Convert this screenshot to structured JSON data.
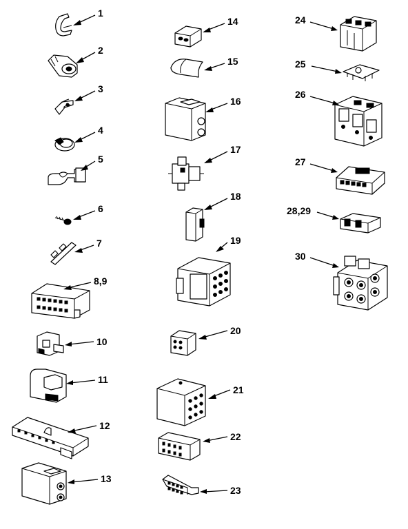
{
  "diagram": {
    "labels": {
      "p1": "1",
      "p2": "2",
      "p3": "3",
      "p4": "4",
      "p5": "5",
      "p6": "6",
      "p7": "7",
      "p8_9": "8,9",
      "p10": "10",
      "p11": "11",
      "p12": "12",
      "p13": "13",
      "p14": "14",
      "p15": "15",
      "p16": "16",
      "p17": "17",
      "p18": "18",
      "p19": "19",
      "p20": "20",
      "p21": "21",
      "p22": "22",
      "p23": "23",
      "p24": "24",
      "p25": "25",
      "p26": "26",
      "p27": "27",
      "p28_29": "28,29",
      "p30": "30"
    }
  }
}
